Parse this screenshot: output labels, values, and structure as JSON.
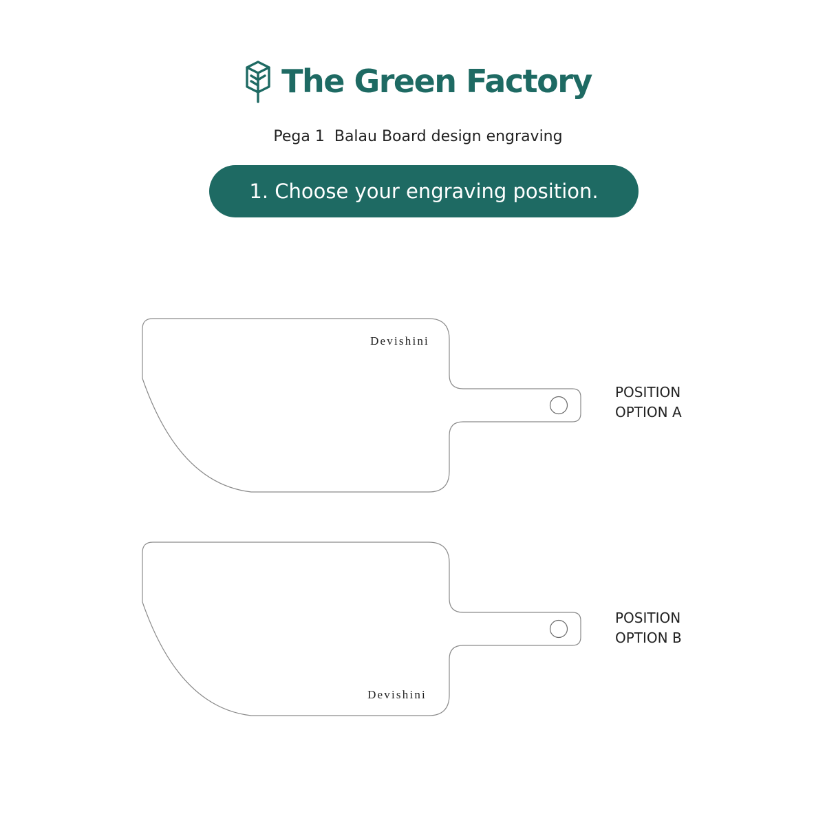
{
  "brand": {
    "name": "The Green Factory",
    "logo_icon": "leaf-box-logo-icon",
    "color": "#1e6a63"
  },
  "subtitle": "Pega 1  Balau Board design engraving",
  "step": {
    "label": "1. Choose your engraving position.",
    "color": "#1e6a63"
  },
  "options": [
    {
      "id": "A",
      "line1": "POSITION",
      "line2": "OPTION A",
      "engraving_text": "Devishini",
      "engraving_placement": "top-right"
    },
    {
      "id": "B",
      "line1": "POSITION",
      "line2": "OPTION B",
      "engraving_text": "Devishini",
      "engraving_placement": "bottom-right"
    }
  ]
}
